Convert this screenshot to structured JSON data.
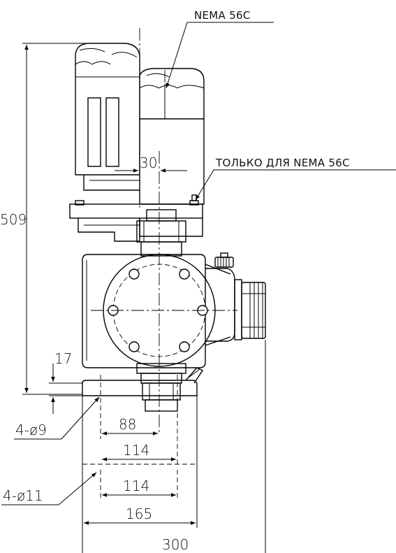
{
  "labels": {
    "motor": "NEMA 56C",
    "motor_note": "ТОЛЬКО ДЛЯ NEMA 56C",
    "holes_small": "4-ø9",
    "holes_large": "4-ø11"
  },
  "dimensions": {
    "height": "509",
    "offset": "30",
    "base_thickness": "17",
    "hole_span_1": "88",
    "hole_span_2": "114",
    "hole_span_3": "114",
    "base_width": "165",
    "overall_width": "300"
  }
}
